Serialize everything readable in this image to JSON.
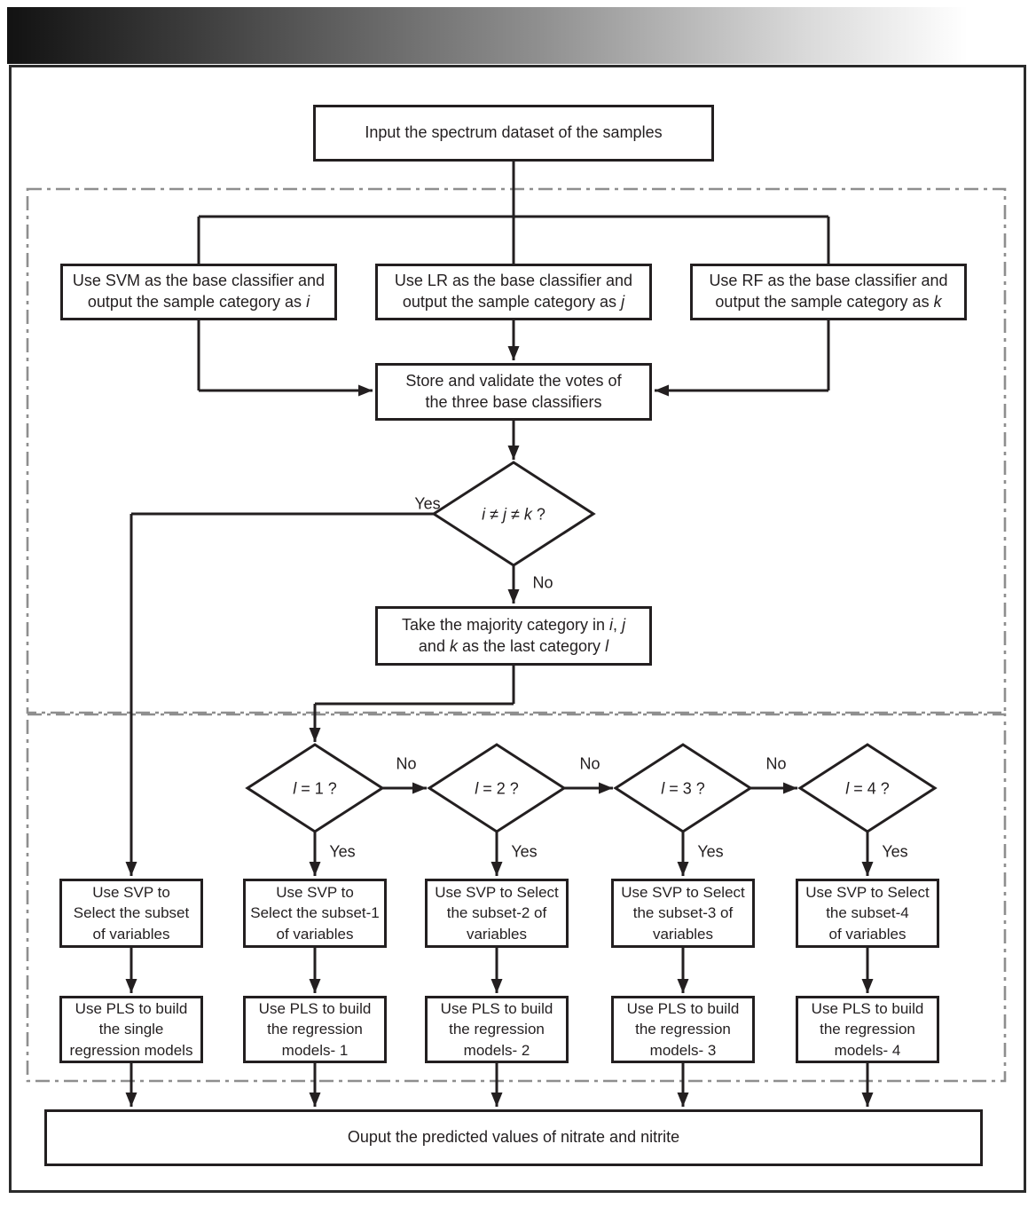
{
  "figure": {
    "type": "flowchart",
    "labels": {
      "yes": "Yes",
      "no": "No"
    },
    "input_box": {
      "text": "Input the spectrum dataset of the samples"
    },
    "classifiers": {
      "svm": {
        "line1": "Use SVM as the base classifier and",
        "line2_pre": "output the sample category as ",
        "line2_var": "i"
      },
      "lr": {
        "line1": "Use LR as the base classifier and",
        "line2_pre": "output the sample category as ",
        "line2_var": "j"
      },
      "rf": {
        "line1": "Use RF as the base classifier and",
        "line2_pre": "output the sample category as ",
        "line2_var": "k"
      }
    },
    "store_box": {
      "line1": "Store and validate the votes of",
      "line2": "the three base classifiers"
    },
    "decision_ijk": {
      "v1": "i",
      "op1": " ≠ ",
      "v2": "j",
      "op2": " ≠ ",
      "v3": "k",
      "suffix": " ?"
    },
    "majority_box": {
      "line1_pre": "Take the majority category in ",
      "line1_v1": "i",
      "line1_sep": ", ",
      "line1_v2": "j",
      "line2_pre": "and ",
      "line2_v1": "k",
      "line2_mid": " as the last category ",
      "line2_v2": "l"
    },
    "decisions": [
      {
        "v": "l",
        "rest": " = 1 ?"
      },
      {
        "v": "l",
        "rest": " = 2 ?"
      },
      {
        "v": "l",
        "rest": " = 3 ?"
      },
      {
        "v": "l",
        "rest": " = 4 ?"
      }
    ],
    "svp_boxes": [
      {
        "line1": "Use SVP to",
        "line2": "Select the subset",
        "line3": "of variables"
      },
      {
        "line1": "Use SVP to",
        "line2": "Select the subset-1",
        "line3": "of variables"
      },
      {
        "line1": "Use SVP to Select",
        "line2": "the subset-2 of",
        "line3": "variables"
      },
      {
        "line1": "Use SVP to Select",
        "line2": "the subset-3 of",
        "line3": "variables"
      },
      {
        "line1": "Use SVP to Select",
        "line2": "the subset-4",
        "line3": "of variables"
      }
    ],
    "pls_boxes": [
      {
        "line1": "Use PLS to build",
        "line2": "the single",
        "line3": "regression models"
      },
      {
        "line1": "Use PLS to build",
        "line2": "the regression",
        "line3": "models- 1"
      },
      {
        "line1": "Use PLS to build",
        "line2": "the regression",
        "line3": "models- 2"
      },
      {
        "line1": "Use PLS to build",
        "line2": "the regression",
        "line3": "models- 3"
      },
      {
        "line1": "Use PLS to build",
        "line2": "the regression",
        "line3": "models- 4"
      }
    ],
    "output_box": {
      "text": "Ouput the predicted values of nitrate and nitrite"
    },
    "colors": {
      "line": "#231f20",
      "region_border": "#8e8e8e",
      "box_fill": "#ffffff",
      "header_gradient_start": "#121212",
      "header_gradient_end": "#ffffff"
    }
  }
}
